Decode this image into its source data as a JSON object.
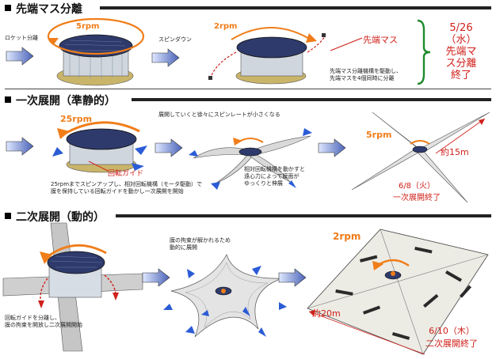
{
  "sections": {
    "s1": {
      "title": "先端マス分離"
    },
    "s2": {
      "title": "一次展開（準静的）"
    },
    "s3": {
      "title": "二次展開（動的）"
    }
  },
  "s1": {
    "label_rocket": "ロケット分離",
    "rpm_a": "5rpm",
    "label_spindown": "スピンダウン",
    "rpm_b": "2rpm",
    "tip_mass": "先端マス",
    "note_lines": [
      "先端マス分離機構を駆動し、",
      "先端マスを4個同時に分離"
    ],
    "date_lines": [
      "5/26",
      "（水）",
      "先端マ",
      "ス分離",
      "終了"
    ]
  },
  "s2": {
    "rpm_a": "25rpm",
    "note_spin": [
      "25rpmまでスピンアップし、相対回転機構（モータ駆動）で",
      "膜を保持している回転ガイドを動かし一次展開を開始"
    ],
    "guide": "回転ガイド",
    "note_decrease": "展開していくと徐々にスピンレートが小さくなる",
    "note_relative": [
      "相対回転機構を動かすと",
      "遠心力によって膜面が",
      "ゆっくりと伸展"
    ],
    "rpm_b": "5rpm",
    "size": "約15m",
    "date_lines": [
      "6/8（火）",
      "一次展開終了"
    ]
  },
  "s3": {
    "note_release": [
      "回転ガイドを分離し、",
      "膜の拘束を開放し二次展開開始"
    ],
    "note_free": [
      "膜の拘束が解かれるため",
      "動的に展開"
    ],
    "rpm": "2rpm",
    "size": "約20m",
    "date_lines": [
      "6/10（木）",
      "二次展開終了"
    ]
  },
  "colors": {
    "accent_red": "#d0201a",
    "accent_orange": "#f07d19",
    "arrow_blue": "#2b5cd6",
    "bracket_green": "#1f8a2c"
  }
}
